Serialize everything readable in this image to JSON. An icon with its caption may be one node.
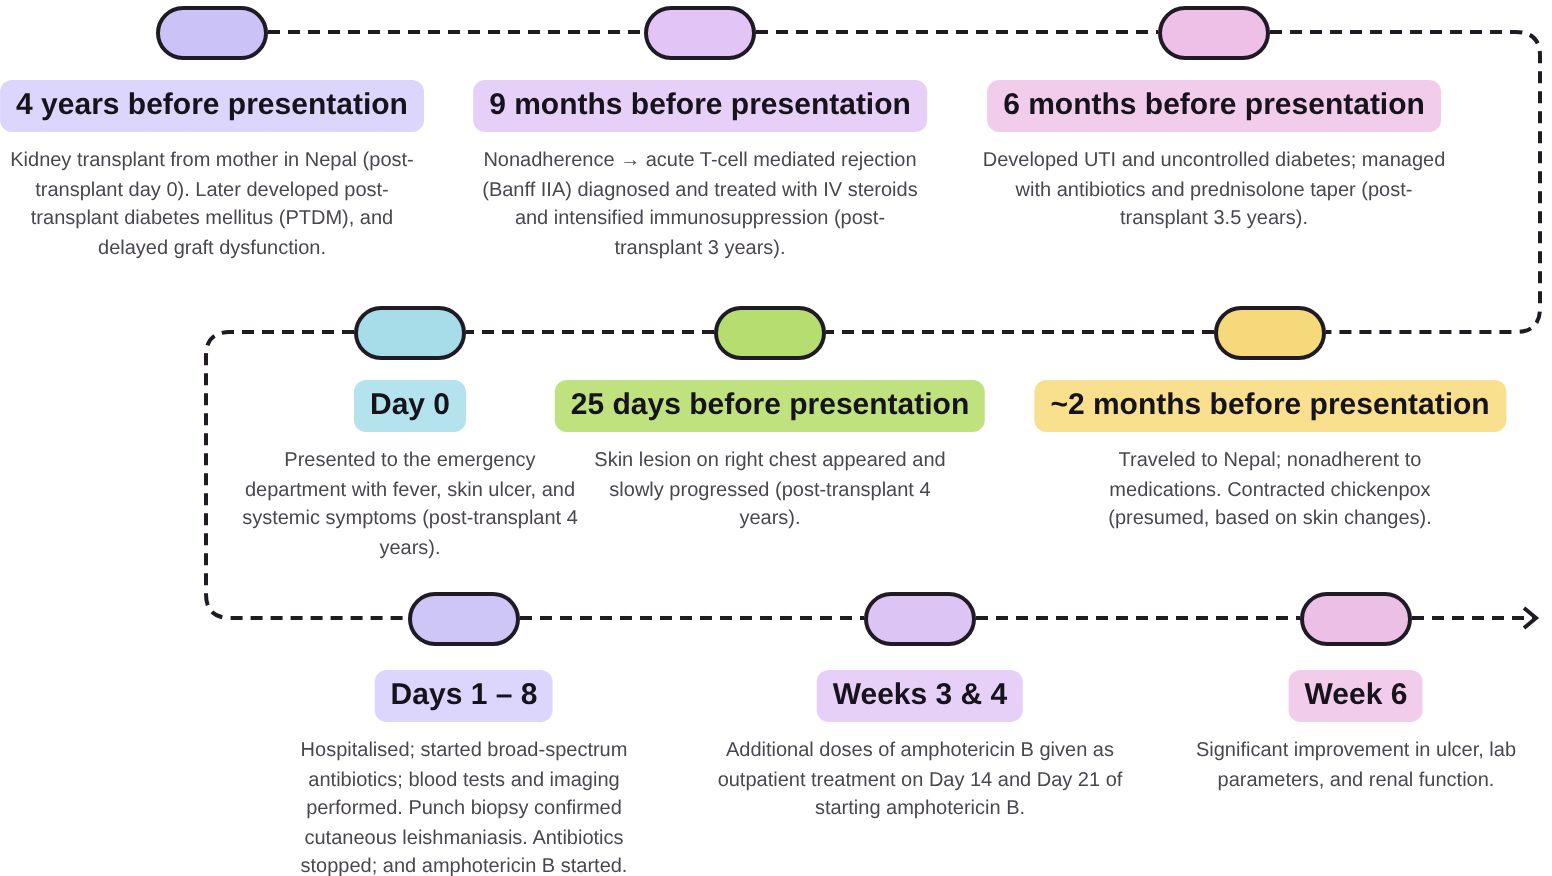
{
  "diagram": {
    "nodes": [
      {
        "text": [],
        "shape": "capsule",
        "beside": [
          "4 years before presentation",
          "Kidney transplant from mother in Nepal (post-transplant day 0). Later developed post-transplant diabetes mellitus (PTDM), and delayed graft dysfunction."
        ]
      },
      {
        "text": [],
        "shape": "capsule",
        "beside": [
          "9 months before presentation",
          "Nonadherence → acute T-cell mediated rejection (Banff IIA) diagnosed and treated with IV steroids and intensified immunosuppression (post-transplant 3 years)."
        ]
      },
      {
        "text": [],
        "shape": "capsule",
        "beside": [
          "6 months before presentation",
          "Developed UTI and uncontrolled diabetes; managed with antibiotics and prednisolone taper (post-transplant 3.5 years)."
        ]
      },
      {
        "text": [],
        "shape": "capsule",
        "beside": [
          "Day 0",
          "Presented to the emergency department with fever, skin ulcer, and systemic symptoms (post-transplant 4 years)."
        ]
      },
      {
        "text": [],
        "shape": "capsule",
        "beside": [
          "25 days before presentation",
          "Skin lesion on right chest appeared and slowly progressed (post-transplant 4 years)."
        ]
      },
      {
        "text": [],
        "shape": "capsule",
        "beside": [
          "~2 months before presentation",
          "Traveled to Nepal; nonadherent to medications. Contracted chickenpox (presumed, based on skin changes)."
        ]
      },
      {
        "text": [],
        "shape": "capsule",
        "beside": [
          "Days 1 – 8",
          "Hospitalised; started broad-spectrum antibiotics; blood tests and imaging performed. Punch biopsy confirmed cutaneous leishmaniasis. Antibiotics stopped; and amphotericin B started."
        ]
      },
      {
        "text": [],
        "shape": "capsule",
        "beside": [
          "Weeks 3 & 4",
          "Additional doses of amphotericin B given as outpatient treatment on Day 14 and Day 21 of starting amphotericin B."
        ]
      },
      {
        "text": [],
        "shape": "capsule",
        "beside": [
          "Week 6",
          "Significant improvement in ulcer, lab parameters, and renal function."
        ]
      }
    ],
    "edges": [
      {
        "from": 0,
        "to": 1,
        "arrow": "none",
        "style": "dashed"
      },
      {
        "from": 1,
        "to": 2,
        "arrow": "none",
        "style": "dashed"
      },
      {
        "from": 2,
        "to": 5,
        "arrow": "none",
        "style": "dashed"
      },
      {
        "from": 5,
        "to": 4,
        "arrow": "none",
        "style": "dashed"
      },
      {
        "from": 4,
        "to": 3,
        "arrow": "none",
        "style": "dashed"
      },
      {
        "from": 3,
        "to": 6,
        "arrow": "none",
        "style": "dashed"
      },
      {
        "from": 6,
        "to": 7,
        "arrow": "none",
        "style": "dashed"
      },
      {
        "from": 7,
        "to": 8,
        "arrow": "none",
        "style": "dashed"
      },
      {
        "from": 8,
        "to": null,
        "arrow": "to",
        "style": "dashed"
      }
    ]
  }
}
